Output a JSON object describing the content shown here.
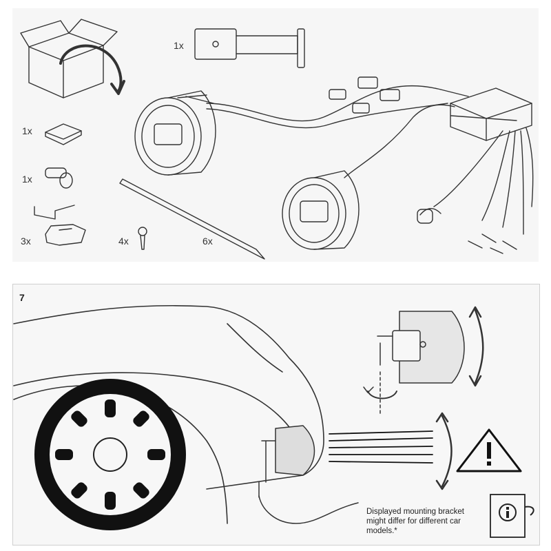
{
  "parts_panel": {
    "quantities": {
      "bracket": "1x",
      "pad": "1x",
      "switch": "1x",
      "clip": "3x",
      "screw": "4x",
      "cable_tie": "6x"
    }
  },
  "install_panel": {
    "step_number": "7",
    "note_lines": [
      "Displayed mounting bracket",
      "might differ for different car",
      "models.*"
    ]
  }
}
